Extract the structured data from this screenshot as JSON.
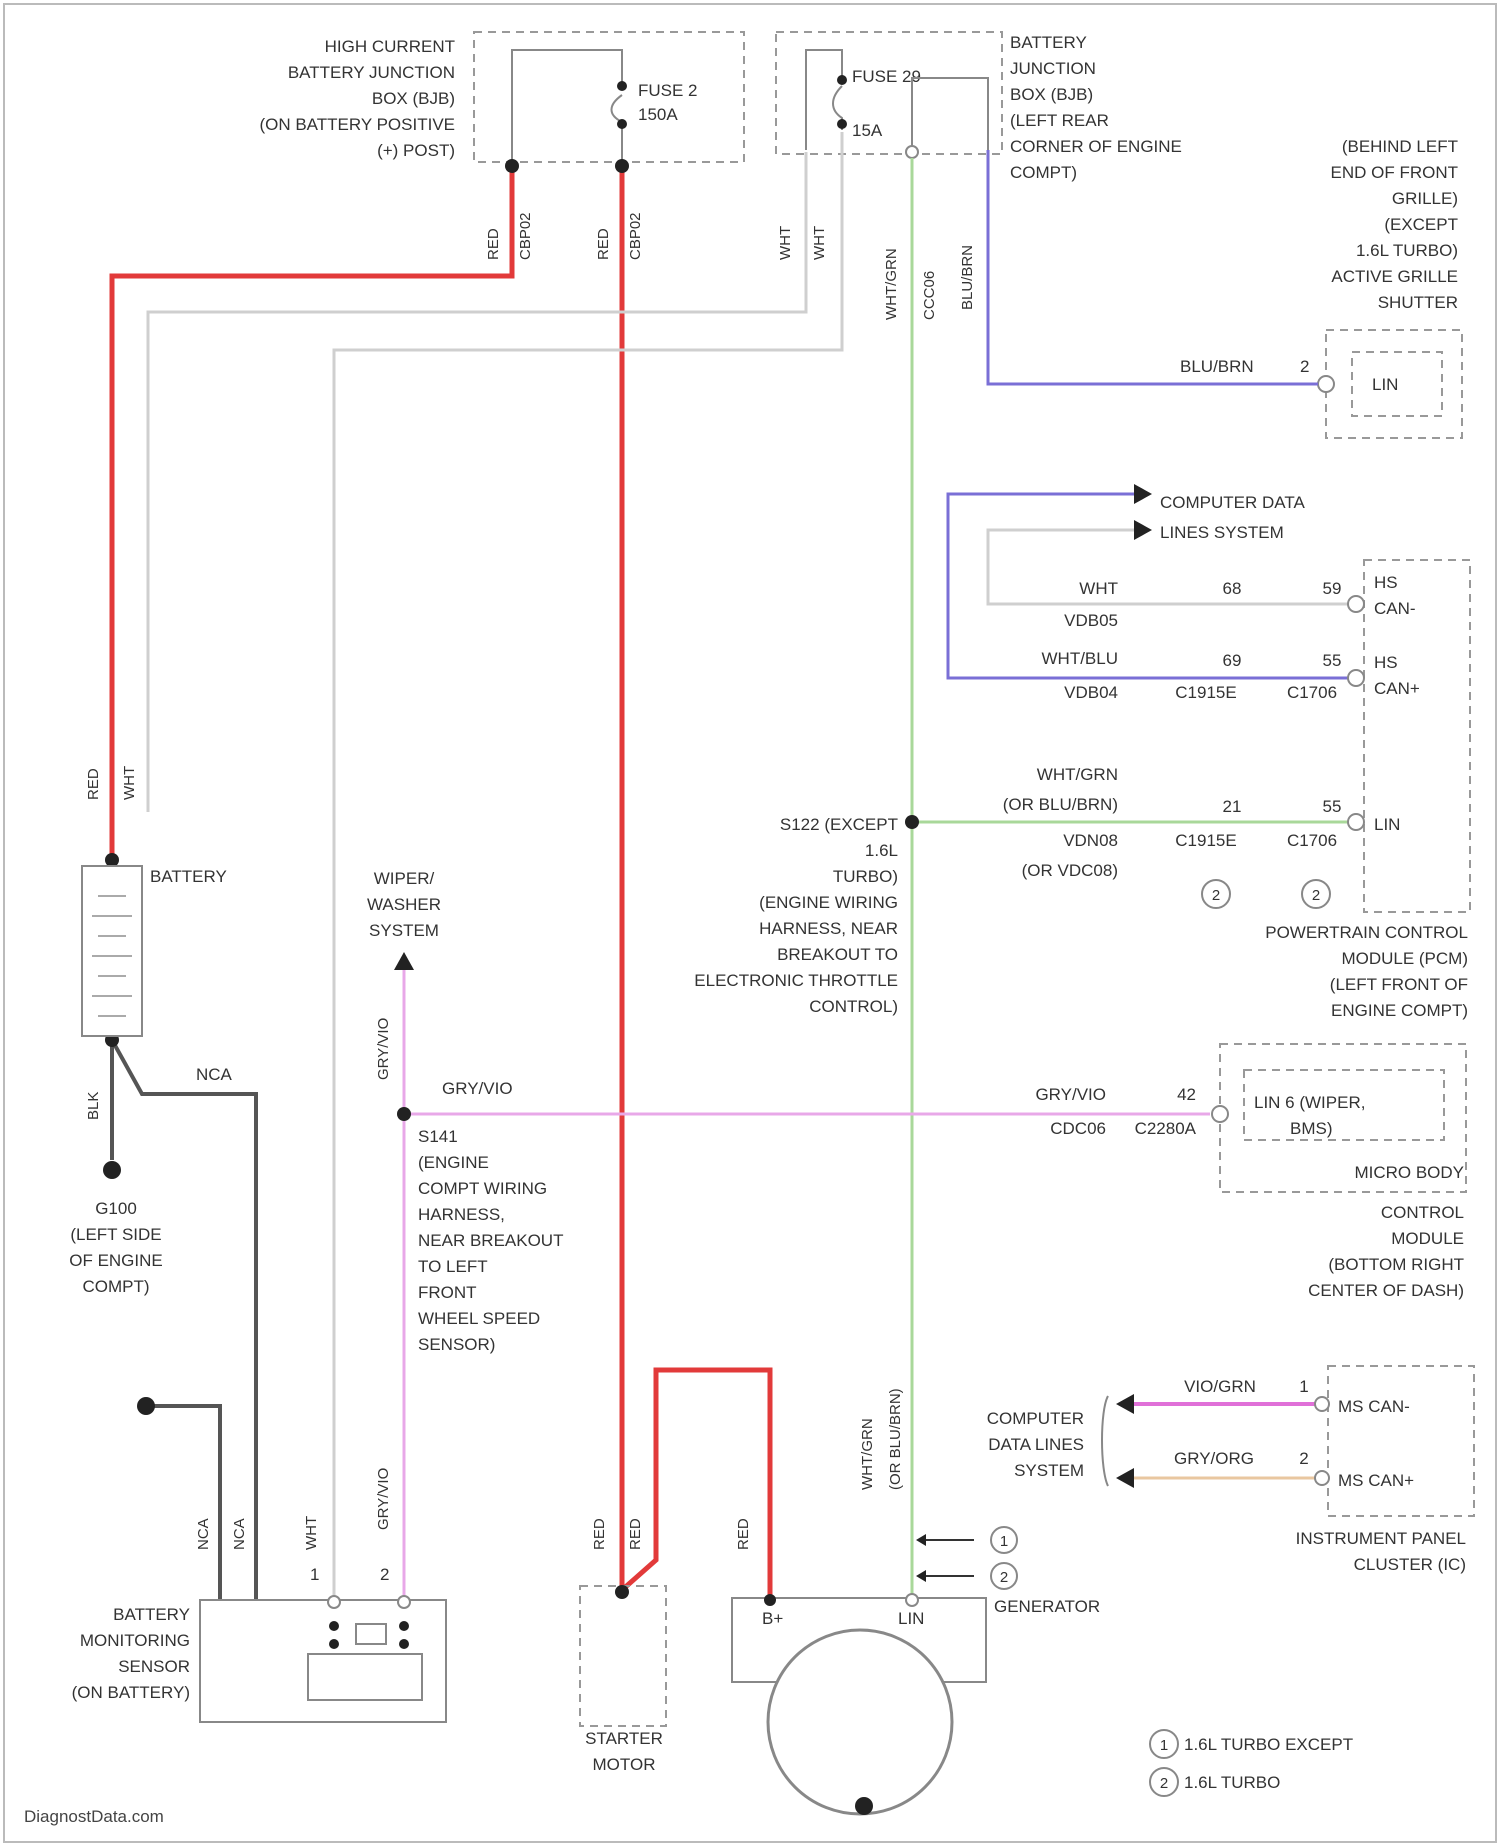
{
  "components": {
    "hcbjb": [
      "HIGH CURRENT",
      "BATTERY JUNCTION",
      "BOX (BJB)",
      "(ON BATTERY POSITIVE",
      "(+) POST)"
    ],
    "fuse_2": [
      "FUSE 2",
      "150A"
    ],
    "fuse_29": [
      "FUSE 29",
      "15A"
    ],
    "bjb": [
      "BATTERY",
      "JUNCTION",
      "BOX (BJB)",
      "(LEFT REAR",
      "CORNER OF ENGINE",
      "COMPT)"
    ],
    "grille_shutter": [
      "(BEHIND LEFT",
      "END OF FRONT",
      "GRILLE)",
      "(EXCEPT",
      "1.6L TURBO)",
      "ACTIVE GRILLE",
      "SHUTTER"
    ],
    "lin_label": "LIN",
    "computer_data_lines": [
      "COMPUTER DATA",
      "LINES SYSTEM"
    ],
    "pcm": [
      "POWERTRAIN CONTROL",
      "MODULE (PCM)",
      "(LEFT FRONT OF",
      "ENGINE COMPT)"
    ],
    "pcm_pins": [
      "HS",
      "CAN-",
      "HS",
      "CAN+",
      "LIN"
    ],
    "battery": "BATTERY",
    "wiper": [
      "WIPER/",
      "WASHER",
      "SYSTEM"
    ],
    "s122": [
      "S122 (EXCEPT",
      "1.6L",
      "TURBO)",
      "(ENGINE WIRING",
      "HARNESS, NEAR",
      "BREAKOUT TO",
      "ELECTRONIC THROTTLE",
      "CONTROL)"
    ],
    "g100": [
      "G100",
      "(LEFT SIDE",
      "OF ENGINE",
      "COMPT)"
    ],
    "s141": [
      "S141",
      "(ENGINE",
      "COMPT WIRING",
      "HARNESS,",
      "NEAR BREAKOUT",
      "TO LEFT",
      "FRONT",
      "WHEEL SPEED",
      "SENSOR)"
    ],
    "bcm": [
      "MICRO BODY",
      "CONTROL",
      "MODULE",
      "(BOTTOM RIGHT",
      "CENTER OF DASH)"
    ],
    "bcm_pin": [
      "LIN 6 (WIPER,",
      "BMS)"
    ],
    "ipc_data_lines": [
      "COMPUTER",
      "DATA LINES",
      "SYSTEM"
    ],
    "ipc_pins": [
      "MS CAN-",
      "MS CAN+"
    ],
    "ipc": [
      "INSTRUMENT PANEL",
      "CLUSTER (IC)"
    ],
    "bms": [
      "BATTERY",
      "MONITORING",
      "SENSOR",
      "(ON BATTERY)"
    ],
    "starter": [
      "STARTER",
      "MOTOR"
    ],
    "generator": "GENERATOR",
    "gen_pins": [
      "B+",
      "LIN"
    ]
  },
  "wire_labels": {
    "red": "RED",
    "wht": "WHT",
    "blk": "BLK",
    "nca": "NCA",
    "wht_grn": "WHT/GRN",
    "blu_brn": "BLU/BRN",
    "gry_vio": "GRY/VIO",
    "wht_grn_alt": "(OR BLU/BRN)",
    "vio_gr": "VIO/GRN",
    "gry_org": "GRY/ORG",
    "wht_blu": "WHT/BLU",
    "vdb05": "VDB05",
    "vdb04": "VDB04",
    "vdn08": "VDN08",
    "vdn08_alt": "(OR VDC08)",
    "ccc06": "CCC06",
    "cdc06": "CDC06",
    "cbp02": "CBP02"
  },
  "pin_numbers": {
    "grille_pin": "2",
    "pcm_c1915e": [
      "68",
      "69",
      "21"
    ],
    "pcm_c1706": [
      "59",
      "55",
      "55"
    ],
    "bcm_pin": "42",
    "ipc_pins": [
      "1",
      "2"
    ],
    "bms_pins": [
      "1",
      "2"
    ]
  },
  "connectors": {
    "c1915e": "C1915E",
    "c1706": "C1706",
    "c2280a": "C2280A"
  },
  "legend": [
    {
      "symbol": "1",
      "text": "1.6L TURBO EXCEPT"
    },
    {
      "symbol": "2",
      "text": "1.6L TURBO"
    }
  ],
  "credit": "DiagnostData.com"
}
